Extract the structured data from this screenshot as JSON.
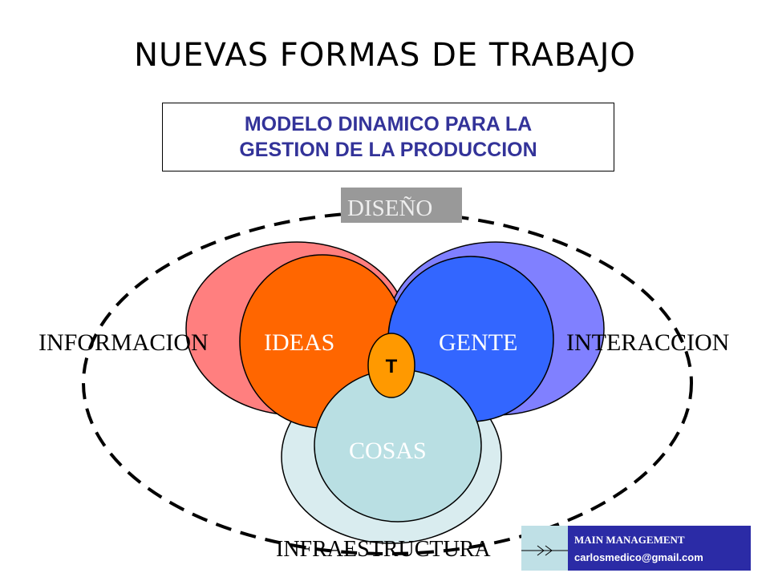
{
  "title": "NUEVAS FORMAS DE TRABAJO",
  "subtitle": {
    "line1": "MODELO DINAMICO PARA LA",
    "line2": "GESTION DE LA PRODUCCION"
  },
  "diagram": {
    "top_label": "DISEÑO",
    "left_outer": "INFORMACION",
    "right_outer": "INTERACCION",
    "bottom_outer": "INFRAESTRUCTURA",
    "left_circle": "IDEAS",
    "right_circle": "GENTE",
    "bottom_circle": "COSAS",
    "center": "T"
  },
  "badge": {
    "line1": "MAIN MANAGEMENT",
    "line2": "carlosmedico@gmail.com"
  },
  "colors": {
    "title_text": "#333399",
    "left_outer_fill": "#ff7f7f",
    "left_inner_fill": "#ff6600",
    "right_outer_fill": "#8080ff",
    "right_inner_fill": "#3366ff",
    "bottom_outer_fill": "#d9ecef",
    "bottom_inner_fill": "#b9dfe3",
    "center_fill": "#ff9900",
    "top_label_bg": "#999999",
    "badge_bg": "#2b2ba6"
  }
}
